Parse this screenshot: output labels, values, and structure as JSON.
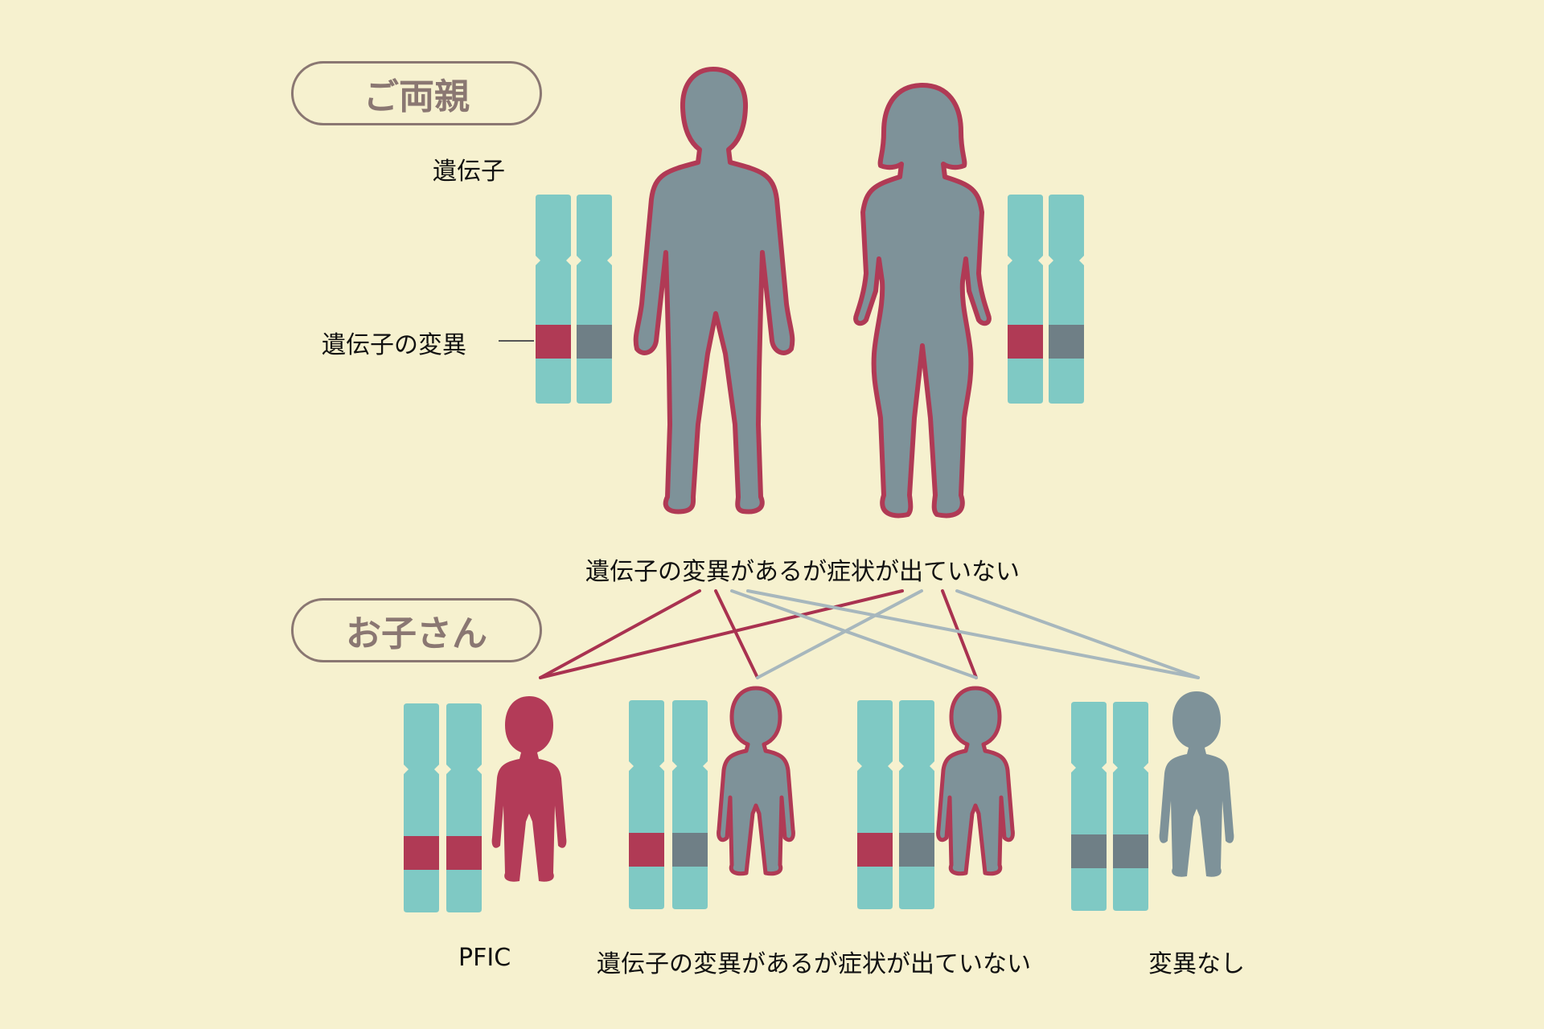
{
  "section_parents": "ご両親",
  "section_children": "お子さん",
  "label_gene": "遺伝子",
  "label_gene_variant": "遺伝子の変異",
  "label_parents_status": "遺伝子の変異があるが症状が出ていない",
  "children_labels": {
    "pfic": "PFIC",
    "carrier": "遺伝子の変異があるが症状が出ていない",
    "none": "変異なし"
  },
  "colors": {
    "background": "#f6f1cf",
    "variant": "#b03a55",
    "normal_band": "#6f7f86",
    "chromosome": "#7fc9c4",
    "silhouette": "#7e9299",
    "pill_border": "#8a7772"
  }
}
